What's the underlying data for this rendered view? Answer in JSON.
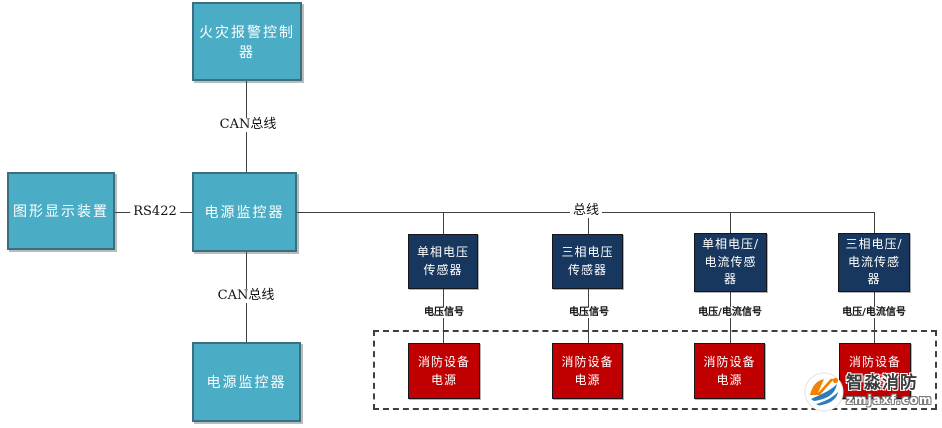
{
  "colors": {
    "device": "#4BACC6",
    "sensor": "#17375E",
    "power": "#C00000",
    "line": "#404040"
  },
  "nodes": {
    "fire_alarm_controller": "火灾报警控制器",
    "graphic_display": "图形显示装置",
    "power_monitor_main": "电源监控器",
    "power_monitor_secondary": "电源监控器",
    "sensor_single_phase_voltage": "单相电压\n传感器",
    "sensor_three_phase_voltage": "三相电压\n传感器",
    "sensor_single_phase_voltage_current": "单相电压/\n电流传感\n器",
    "sensor_three_phase_voltage_current": "三相电压/\n电流传感\n器",
    "fire_power_1": "消防设备\n电源",
    "fire_power_2": "消防设备\n电源",
    "fire_power_3": "消防设备\n电源",
    "fire_power_4": "消防设备\n电源"
  },
  "edges": {
    "can_bus_top": "CAN总线",
    "can_bus_bottom": "CAN总线",
    "rs422": "RS422",
    "bus": "总线",
    "voltage_signal_1": "电压信号",
    "voltage_signal_2": "电压信号",
    "voltage_current_signal_1": "电压/电流信号",
    "voltage_current_signal_2": "电压/电流信号"
  },
  "watermark": {
    "brand": "智淼消防",
    "domain": "zmjaxf.com"
  }
}
